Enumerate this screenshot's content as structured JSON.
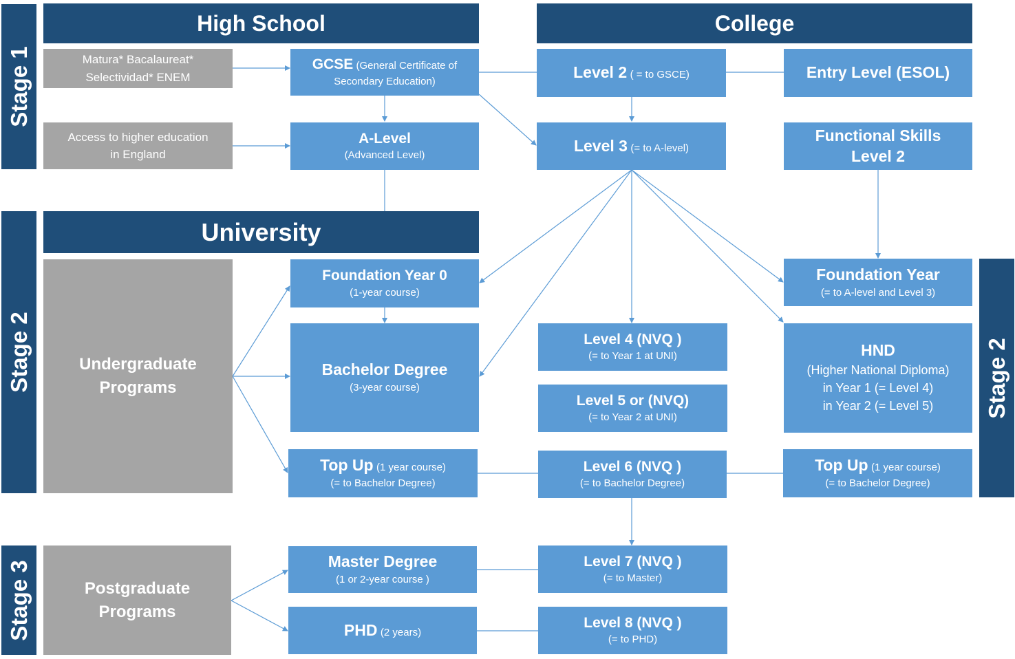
{
  "stages": {
    "stage1": "Stage 1",
    "stage2_left": "Stage 2",
    "stage2_right": "Stage 2",
    "stage3": "Stage 3"
  },
  "headers": {
    "high_school": "High School",
    "college": "College",
    "university": "University"
  },
  "high_school": {
    "matura_line1": "Matura* Bacalaureat*",
    "matura_line2": "Selectividad* ENEM",
    "access_line1": "Access to higher education",
    "access_line2": "in England",
    "gcse_title": "GCSE",
    "gcse_sub1": "(General Certificate of",
    "gcse_sub2": "Secondary Education)",
    "alevel_title": "A-Level",
    "alevel_sub": "(Advanced Level)"
  },
  "college": {
    "level2_title": "Level 2",
    "level2_sub": "( = to GSCE)",
    "entry_title": "Entry Level (ESOL)",
    "level3_title": "Level 3",
    "level3_sub": "(= to A-level)",
    "functional_line1": "Functional Skills",
    "functional_line2": "Level 2"
  },
  "university": {
    "undergrad_line1": "Undergraduate",
    "undergrad_line2": "Programs",
    "foundation0_title": "Foundation Year 0",
    "foundation0_sub": "(1-year course)",
    "bachelor_title": "Bachelor Degree",
    "bachelor_sub": "(3-year course)",
    "topup_title": "Top Up",
    "topup_inline": "(1 year course)",
    "topup_sub": "(= to Bachelor Degree)"
  },
  "nvq": {
    "level4_title": "Level 4 (NVQ )",
    "level4_sub": "(= to Year 1 at UNI)",
    "level5_title": "Level 5 or (NVQ)",
    "level5_sub": "(= to Year 2 at UNI)",
    "level6_title": "Level 6 (NVQ )",
    "level6_sub": "(= to Bachelor Degree)",
    "level7_title": "Level 7 (NVQ )",
    "level7_sub": "(= to Master)",
    "level8_title": "Level 8 (NVQ )",
    "level8_sub": "(= to PHD)"
  },
  "college_right": {
    "foundation_title": "Foundation Year",
    "foundation_sub": "(= to A-level and Level 3)",
    "hnd_title": "HND",
    "hnd_line1": "(Higher National Diploma)",
    "hnd_line2": "in Year 1 (= Level 4)",
    "hnd_line3": "in Year 2 (= Level 5)",
    "topup_title": "Top Up",
    "topup_inline": "(1 year course)",
    "topup_sub": "(= to Bachelor Degree)"
  },
  "postgraduate": {
    "pg_line1": "Postgraduate",
    "pg_line2": "Programs",
    "master_title": "Master Degree",
    "master_sub": "(1 or 2-year course )",
    "phd_title": "PHD",
    "phd_inline": "(2 years)"
  },
  "colors": {
    "dark_blue": "#1f4e79",
    "blue": "#5b9bd5",
    "gray": "#a5a5a5",
    "connector": "#5b9bd5"
  }
}
